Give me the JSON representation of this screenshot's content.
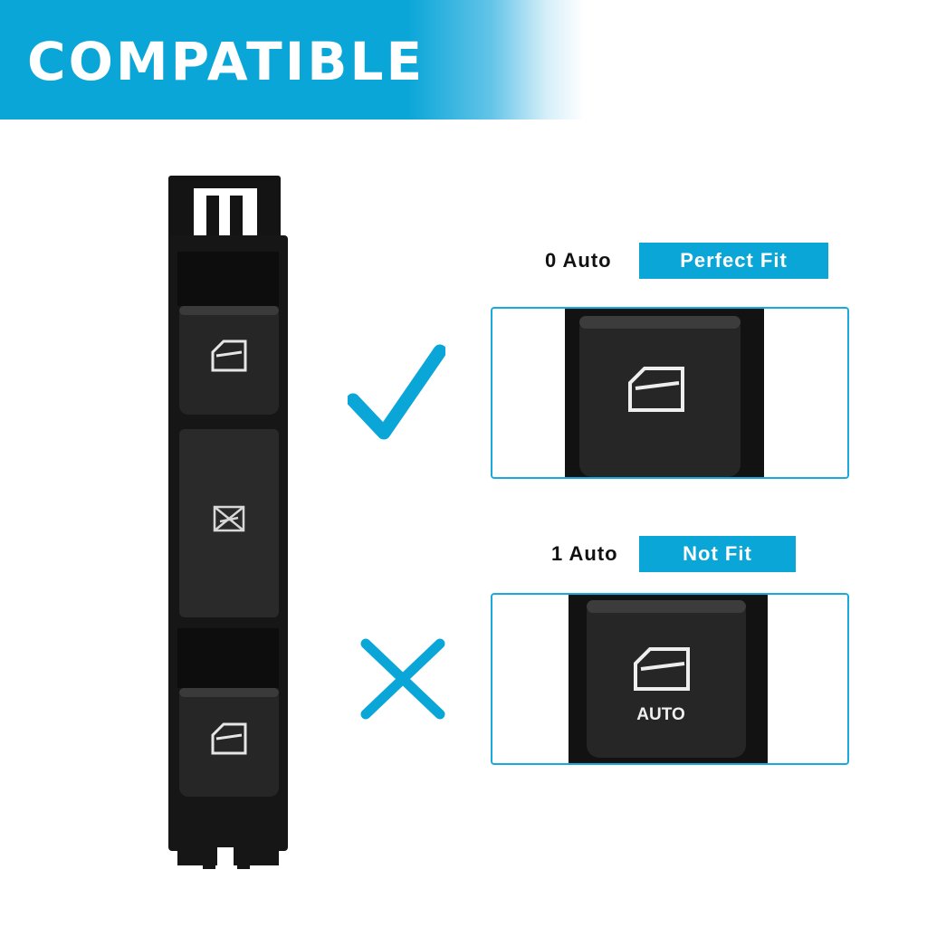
{
  "banner": {
    "title": "COMPATIBLE"
  },
  "options": [
    {
      "label": "0 Auto",
      "badge": "Perfect Fit"
    },
    {
      "label": "1 Auto",
      "badge": "Not Fit"
    }
  ],
  "not_fit_panel": {
    "button_text": "AUTO"
  },
  "icons": {
    "check": "check-mark-icon",
    "cross": "cross-mark-icon",
    "window": "car-window-icon",
    "lock": "window-lock-icon"
  },
  "colors": {
    "accent": "#0aa6d8",
    "switch_body": "#141414",
    "text": "#111111"
  }
}
